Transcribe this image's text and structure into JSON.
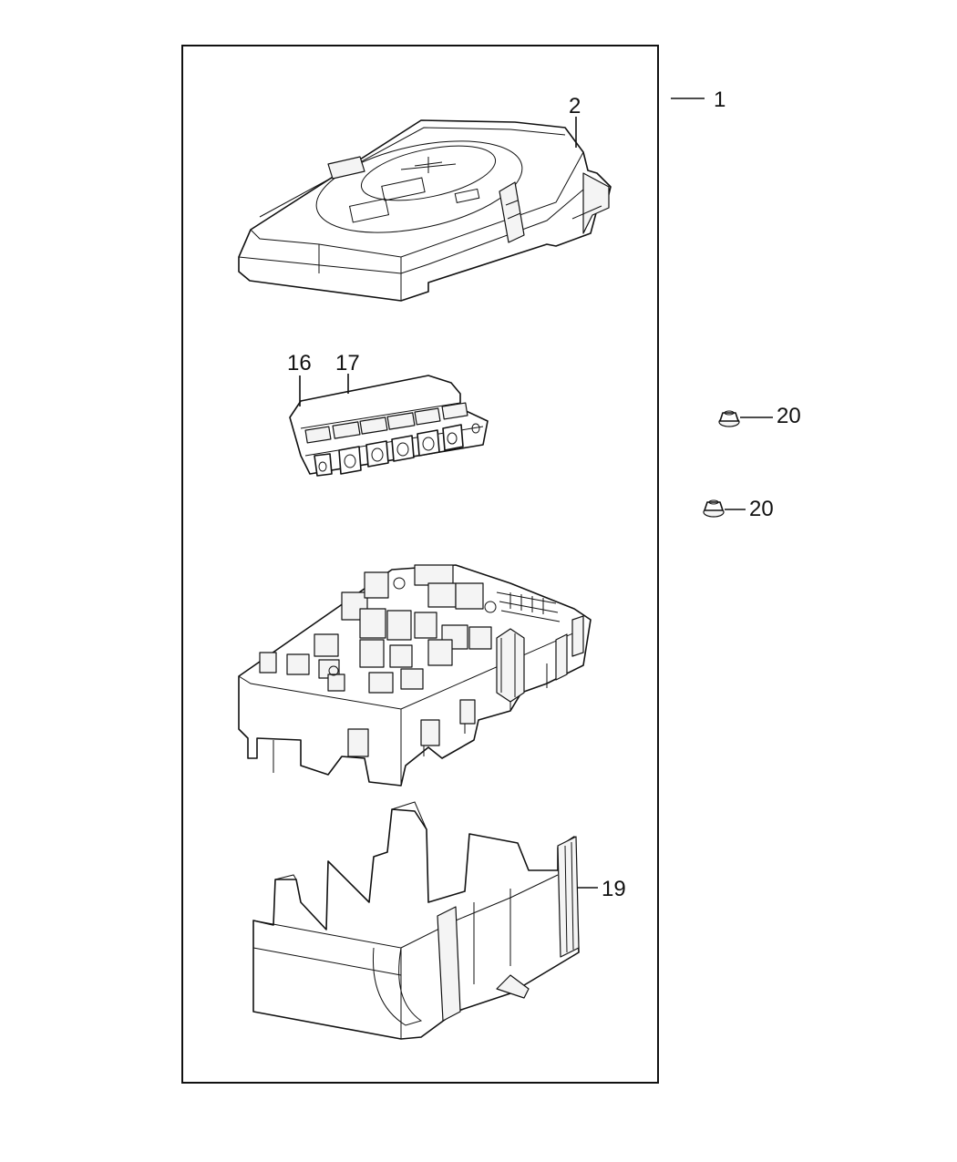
{
  "diagram": {
    "callouts": [
      {
        "id": "1",
        "label": "1"
      },
      {
        "id": "2",
        "label": "2"
      },
      {
        "id": "16",
        "label": "16"
      },
      {
        "id": "17",
        "label": "17"
      },
      {
        "id": "19",
        "label": "19"
      },
      {
        "id": "20a",
        "label": "20"
      },
      {
        "id": "20b",
        "label": "20"
      }
    ]
  }
}
